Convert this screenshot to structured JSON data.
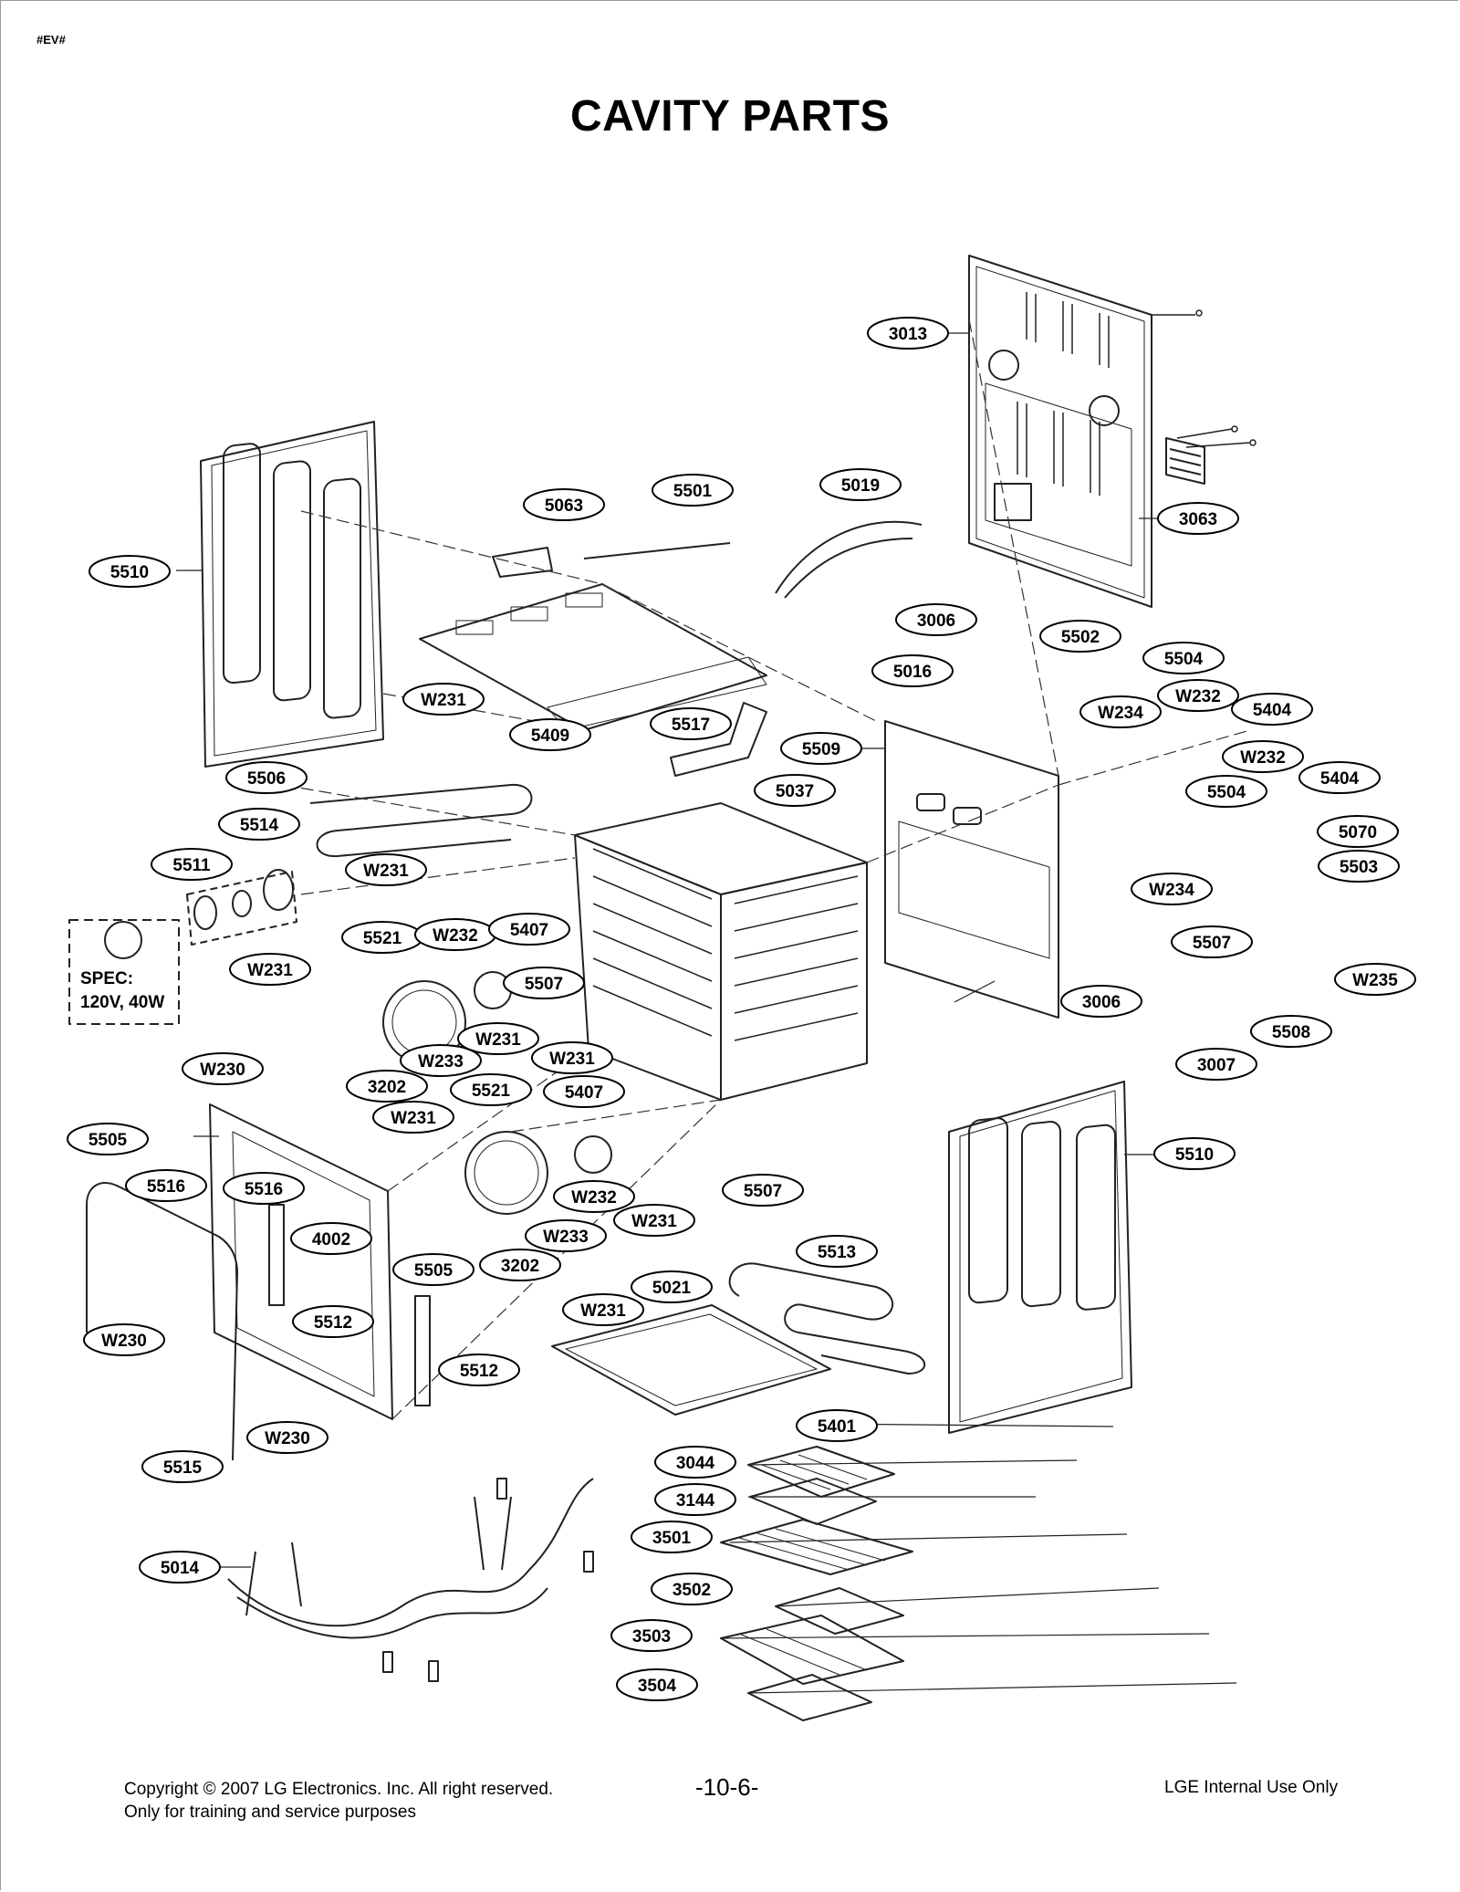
{
  "header": {
    "tag": "#EV#",
    "title": "CAVITY PARTS"
  },
  "spec_box": {
    "line1": "SPEC:",
    "line2": "120V, 40W"
  },
  "callouts": [
    {
      "id": "c1",
      "label": "3013"
    },
    {
      "id": "c2",
      "label": "5019"
    },
    {
      "id": "c3",
      "label": "5501"
    },
    {
      "id": "c4",
      "label": "5063"
    },
    {
      "id": "c5",
      "label": "3063"
    },
    {
      "id": "c6",
      "label": "5510"
    },
    {
      "id": "c7",
      "label": "3006"
    },
    {
      "id": "c8",
      "label": "5502"
    },
    {
      "id": "c9",
      "label": "5016"
    },
    {
      "id": "c10",
      "label": "5504"
    },
    {
      "id": "c11",
      "label": "W232"
    },
    {
      "id": "c12",
      "label": "5404"
    },
    {
      "id": "c13",
      "label": "W234"
    },
    {
      "id": "c14",
      "label": "W231"
    },
    {
      "id": "c15",
      "label": "5409"
    },
    {
      "id": "c16",
      "label": "5517"
    },
    {
      "id": "c17",
      "label": "5509"
    },
    {
      "id": "c18",
      "label": "W232"
    },
    {
      "id": "c19",
      "label": "5404"
    },
    {
      "id": "c20",
      "label": "5506"
    },
    {
      "id": "c21",
      "label": "5037"
    },
    {
      "id": "c22",
      "label": "5504"
    },
    {
      "id": "c23",
      "label": "5514"
    },
    {
      "id": "c24",
      "label": "5070"
    },
    {
      "id": "c25",
      "label": "5511"
    },
    {
      "id": "c26",
      "label": "W231"
    },
    {
      "id": "c27",
      "label": "5503"
    },
    {
      "id": "c28",
      "label": "W234"
    },
    {
      "id": "c29",
      "label": "5521"
    },
    {
      "id": "c30",
      "label": "W232"
    },
    {
      "id": "c31",
      "label": "5407"
    },
    {
      "id": "c32",
      "label": "5507"
    },
    {
      "id": "c33",
      "label": "W231"
    },
    {
      "id": "c34",
      "label": "5507"
    },
    {
      "id": "c35",
      "label": "W235"
    },
    {
      "id": "c36",
      "label": "3006"
    },
    {
      "id": "c37",
      "label": "W231"
    },
    {
      "id": "c38",
      "label": "5508"
    },
    {
      "id": "c39",
      "label": "W233"
    },
    {
      "id": "c40",
      "label": "W231"
    },
    {
      "id": "c41",
      "label": "3007"
    },
    {
      "id": "c42",
      "label": "W230"
    },
    {
      "id": "c43",
      "label": "3202"
    },
    {
      "id": "c44",
      "label": "5521"
    },
    {
      "id": "c45",
      "label": "5407"
    },
    {
      "id": "c46",
      "label": "W231"
    },
    {
      "id": "c47",
      "label": "5505"
    },
    {
      "id": "c48",
      "label": "5510"
    },
    {
      "id": "c49",
      "label": "5516"
    },
    {
      "id": "c50",
      "label": "5516"
    },
    {
      "id": "c51",
      "label": "W232"
    },
    {
      "id": "c52",
      "label": "5507"
    },
    {
      "id": "c53",
      "label": "4002"
    },
    {
      "id": "c54",
      "label": "W231"
    },
    {
      "id": "c55",
      "label": "W233"
    },
    {
      "id": "c56",
      "label": "5505"
    },
    {
      "id": "c57",
      "label": "3202"
    },
    {
      "id": "c58",
      "label": "5513"
    },
    {
      "id": "c59",
      "label": "5021"
    },
    {
      "id": "c60",
      "label": "W231"
    },
    {
      "id": "c61",
      "label": "5512"
    },
    {
      "id": "c62",
      "label": "W230"
    },
    {
      "id": "c63",
      "label": "5512"
    },
    {
      "id": "c64",
      "label": "5401"
    },
    {
      "id": "c65",
      "label": "W230"
    },
    {
      "id": "c66",
      "label": "5515"
    },
    {
      "id": "c67",
      "label": "3044"
    },
    {
      "id": "c68",
      "label": "3144"
    },
    {
      "id": "c69",
      "label": "3501"
    },
    {
      "id": "c70",
      "label": "5014"
    },
    {
      "id": "c71",
      "label": "3502"
    },
    {
      "id": "c72",
      "label": "3503"
    },
    {
      "id": "c73",
      "label": "3504"
    }
  ],
  "footer": {
    "copyright": "Copyright © 2007 LG Electronics. Inc. All right reserved.",
    "training": "Only for training and service purposes",
    "page": "-10-6-",
    "internal": "LGE Internal Use Only"
  }
}
